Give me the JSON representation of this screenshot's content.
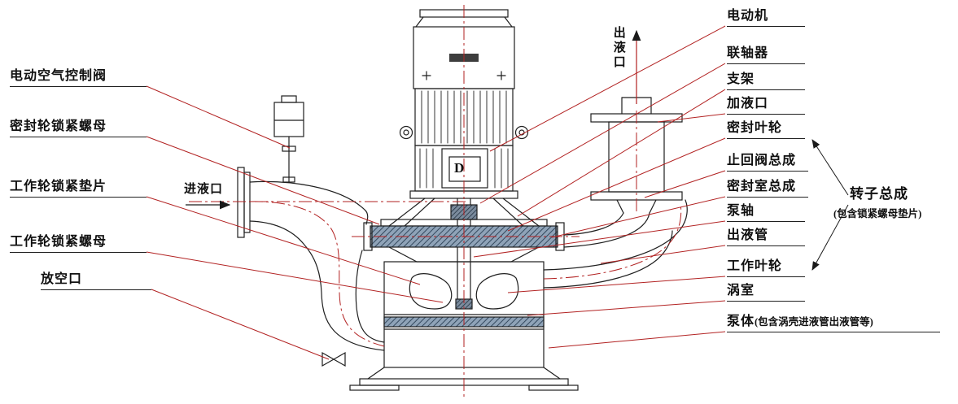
{
  "diagram": {
    "type": "pump-technical-drawing",
    "colors": {
      "line": "#1f1f1f",
      "centerline_red": "#b22222",
      "hatch_fill": "#8fa3b8",
      "hatch_line": "#34495e"
    },
    "labels_left": [
      {
        "text": "电动空气控制阀"
      },
      {
        "text": "密封轮锁紧螺母"
      },
      {
        "text": "工作轮锁紧垫片"
      },
      {
        "text": "工作轮锁紧螺母"
      },
      {
        "text": "放空口"
      }
    ],
    "labels_right": [
      {
        "text": "电动机"
      },
      {
        "text": "联轴器"
      },
      {
        "text": "支架"
      },
      {
        "text": "加液口"
      },
      {
        "text": "密封叶轮"
      },
      {
        "text": "止回阀总成"
      },
      {
        "text": "密封室总成"
      },
      {
        "text": "泵轴"
      },
      {
        "text": "出液管"
      },
      {
        "text": "工作叶轮"
      },
      {
        "text": "涡室"
      },
      {
        "text": "泵体",
        "suffix": "(包含涡壳进液管出液管等)"
      }
    ],
    "inline_labels": {
      "inlet": "进液口",
      "outlet": "出液口",
      "rotor_assembly": "转子总成",
      "rotor_note": "(包含锁紧螺母垫片)",
      "motor_mark": "D"
    }
  }
}
